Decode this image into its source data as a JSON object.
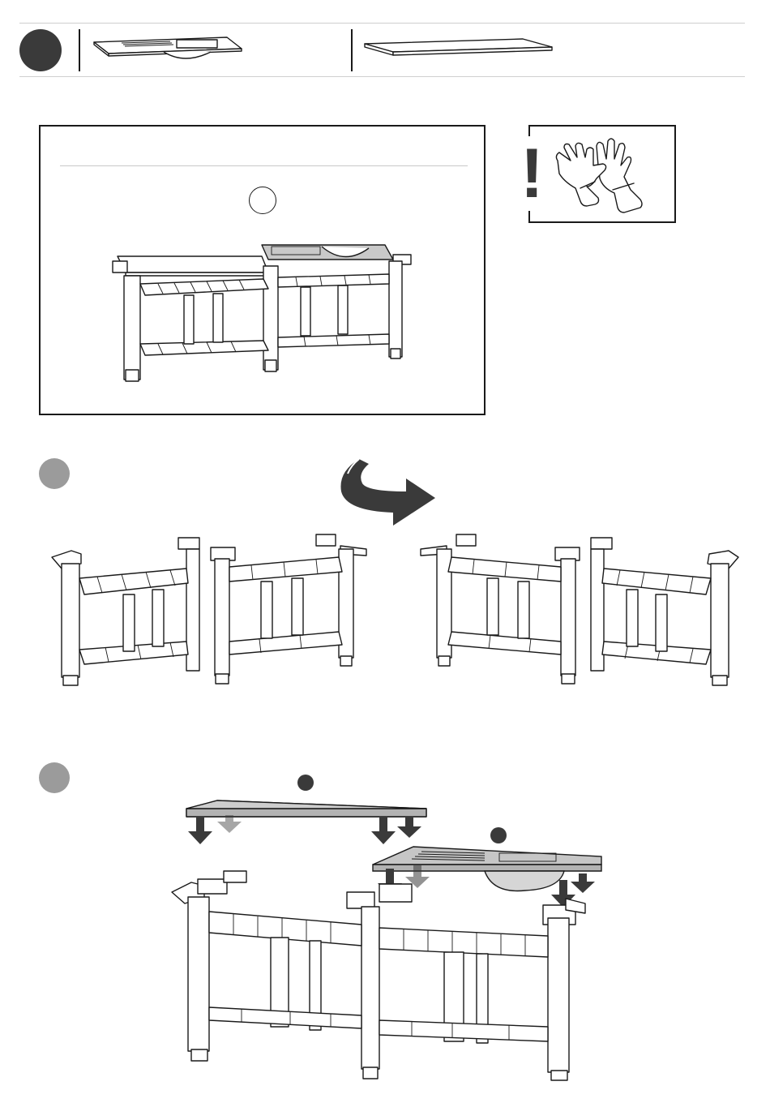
{
  "page": {
    "header": {
      "step_badge": "dark-circle",
      "parts": [
        "sink-countertop-part",
        "plain-countertop-part"
      ]
    },
    "overview": {
      "callout_circle": "empty-circle",
      "warning": {
        "symbol": "!",
        "icon": "gloves-icon"
      }
    },
    "steps": [
      {
        "badge": "grey-circle",
        "action": "rotate-arrow-icon"
      },
      {
        "badge": "grey-circle",
        "action": "down-arrows-icon"
      }
    ],
    "colors": {
      "badge_dark": "#3a3a3a",
      "badge_grey": "#9b9b9b",
      "panel_grey": "#c9c9c9",
      "line": "#1a1a1a"
    }
  }
}
